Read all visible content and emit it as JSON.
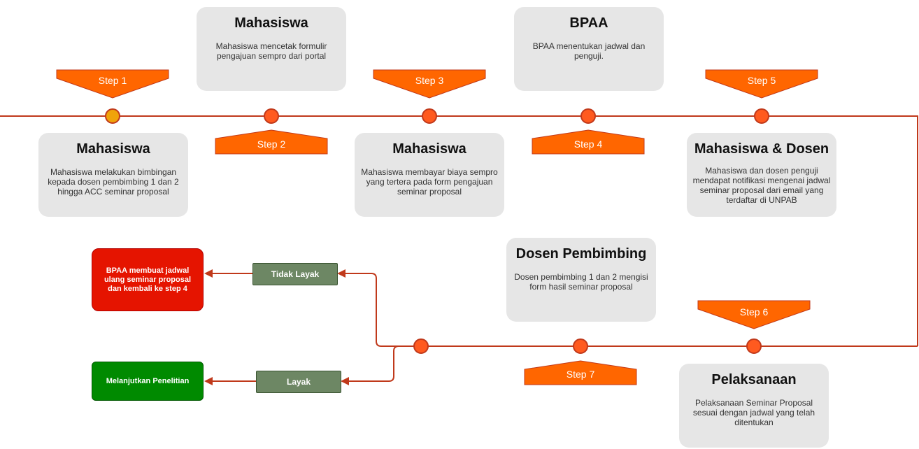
{
  "steps": [
    "Step 1",
    "Step 2",
    "Step 3",
    "Step 4",
    "Step 5",
    "Step 6",
    "Step 7"
  ],
  "cards": {
    "mahasiswa_1": {
      "title": "Mahasiswa",
      "text": "Mahasiswa melakukan bimbingan kepada dosen pembimbing 1 dan 2 hingga ACC seminar proposal"
    },
    "mahasiswa_2": {
      "title": "Mahasiswa",
      "text": "Mahasiswa mencetak formulir pengajuan sempro dari portal"
    },
    "mahasiswa_3": {
      "title": "Mahasiswa",
      "text": "Mahasiswa membayar biaya sempro yang tertera pada form pengajuan seminar proposal"
    },
    "bpaa": {
      "title": "BPAA",
      "text": "BPAA menentukan jadwal dan penguji."
    },
    "mahasiswa_dosen": {
      "title": "Mahasiswa & Dosen",
      "text": "Mahasiswa dan dosen penguji mendapat notifikasi mengenai jadwal seminar proposal dari email yang terdaftar di UNPAB"
    },
    "pelaksanaan": {
      "title": "Pelaksanaan",
      "text": "Pelaksanaan Seminar Proposal sesuai dengan jadwal yang telah ditentukan"
    },
    "dosen_pembimbing": {
      "title": "Dosen Pembimbing",
      "text": "Dosen pembimbing 1 dan 2 mengisi form hasil seminar proposal"
    }
  },
  "decisions": {
    "tidak_layak": "Tidak Layak",
    "layak": "Layak"
  },
  "outcomes": {
    "redo": "BPAA membuat jadwal ulang seminar proposal dan kembali ke step 4",
    "continue": "Melanjutkan Penelitian"
  },
  "colors": {
    "line": "#c0391b",
    "step_fill": "#ff6600",
    "node_fill": "#ff5a1f",
    "node_first": "#f0a30a",
    "card": "#e6e6e6",
    "decision": "#6d8764",
    "redo": "#e51400",
    "continue": "#008a00"
  }
}
